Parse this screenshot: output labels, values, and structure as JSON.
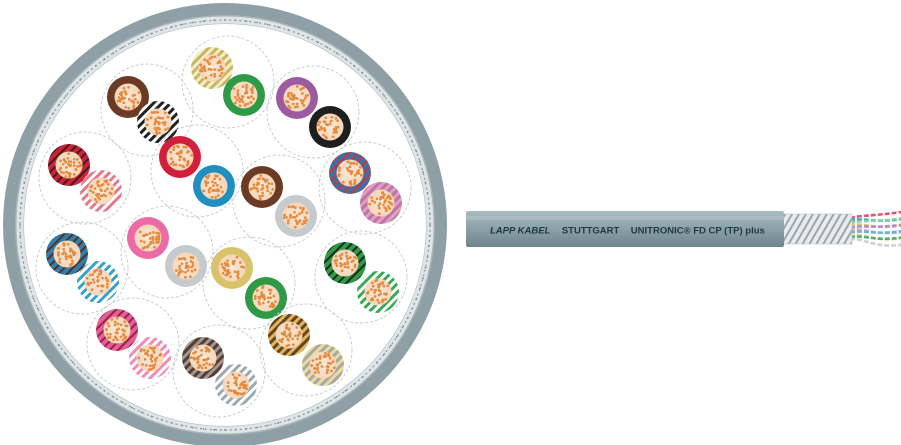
{
  "cable_print": {
    "brand": "LAPP KABEL",
    "city": "STUTTGART",
    "product": "UNITRONIC® FD CP (TP) plus"
  },
  "colors": {
    "jacket": "#8da2a8",
    "jacket_dark": "#6f858c",
    "shield": "#dfe4e6",
    "copper": "#e58a3c",
    "print": "#1d3944"
  },
  "cross_section": {
    "pairs": [
      {
        "id": "pair-1",
        "core_a": "brown",
        "core_b": "black-white"
      },
      {
        "id": "pair-2",
        "core_a": "yellow-white",
        "core_b": "green"
      },
      {
        "id": "pair-3",
        "core_a": "violet",
        "core_b": "black"
      },
      {
        "id": "pair-4",
        "core_a": "red-black",
        "core_b": "red-white"
      },
      {
        "id": "pair-5",
        "core_a": "red",
        "core_b": "blue"
      },
      {
        "id": "pair-6",
        "core_a": "brown",
        "core_b": "grey"
      },
      {
        "id": "pair-7",
        "core_a": "blue-red",
        "core_b": "pink-grey"
      },
      {
        "id": "pair-8",
        "core_a": "blue-brown",
        "core_b": "blue-white"
      },
      {
        "id": "pair-9",
        "core_a": "pink",
        "core_b": "grey"
      },
      {
        "id": "pair-10",
        "core_a": "yellow",
        "core_b": "green"
      },
      {
        "id": "pair-11",
        "core_a": "green-black",
        "core_b": "green-white"
      },
      {
        "id": "pair-12",
        "core_a": "pink-red",
        "core_b": "pink-white"
      },
      {
        "id": "pair-13",
        "core_a": "brown-grey",
        "core_b": "grey-white"
      },
      {
        "id": "pair-14",
        "core_a": "brown-yellow",
        "core_b": "yellow-grey"
      }
    ]
  }
}
